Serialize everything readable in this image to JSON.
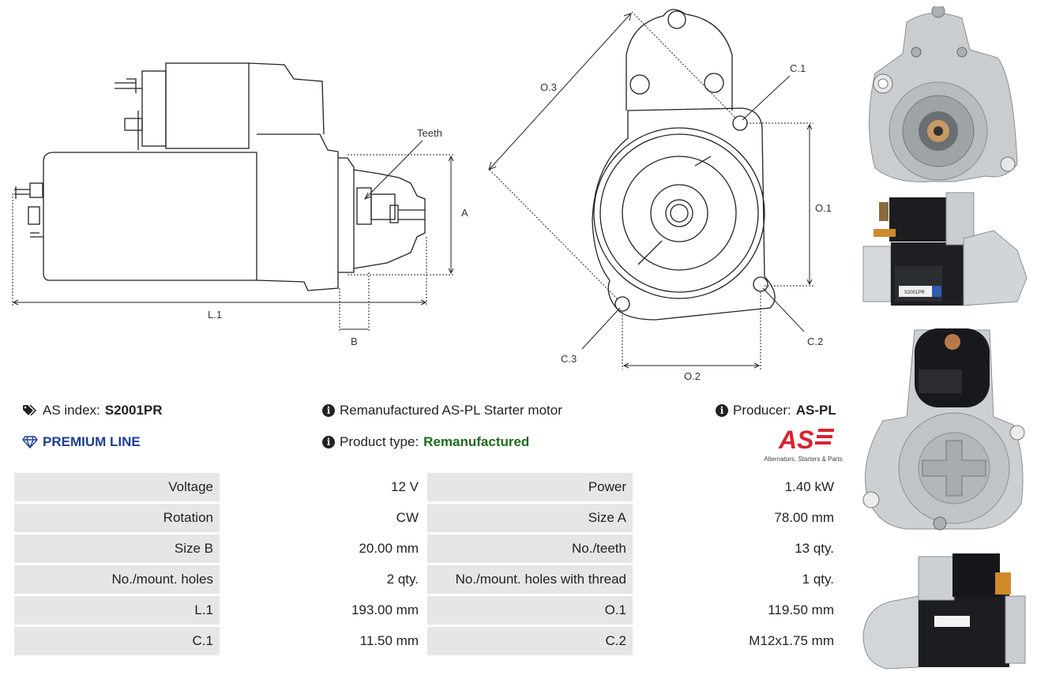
{
  "diagram": {
    "label_teeth": "Teeth",
    "label_a": "A",
    "label_b": "B",
    "label_l1": "L.1",
    "label_o1": "O.1",
    "label_o2": "O.2",
    "label_o3": "O.3",
    "label_c1": "C.1",
    "label_c2": "C.2",
    "label_c3": "C.3"
  },
  "info": {
    "as_index_label": "AS index:",
    "as_index_value": "S2001PR",
    "premium_line": "PREMIUM LINE",
    "description": "Remanufactured AS-PL Starter motor",
    "product_type_label": "Product type:",
    "product_type_value": "Remanufactured",
    "producer_label": "Producer:",
    "producer_value": "AS-PL",
    "logo_text": "AS",
    "logo_tagline": "Alternators, Starters & Parts"
  },
  "specs": [
    {
      "l1": "Voltage",
      "v1": "12 V",
      "l2": "Power",
      "v2": "1.40 kW"
    },
    {
      "l1": "Rotation",
      "v1": "CW",
      "l2": "Size A",
      "v2": "78.00 mm"
    },
    {
      "l1": "Size B",
      "v1": "20.00 mm",
      "l2": "No./teeth",
      "v2": "13 qty."
    },
    {
      "l1": "No./mount. holes",
      "v1": "2 qty.",
      "l2": "No./mount. holes with thread",
      "v2": "1 qty."
    },
    {
      "l1": "L.1",
      "v1": "193.00 mm",
      "l2": "O.1",
      "v2": "119.50 mm"
    },
    {
      "l1": "C.1",
      "v1": "11.50 mm",
      "l2": "C.2",
      "v2": "M12x1.75 mm"
    }
  ],
  "photos": {
    "label_text": "S2001PR"
  },
  "colors": {
    "premium": "#1c3f8f",
    "remanufactured": "#1f6b1f",
    "logo_red": "#d9232e",
    "table_gray": "#e6e6e6"
  }
}
